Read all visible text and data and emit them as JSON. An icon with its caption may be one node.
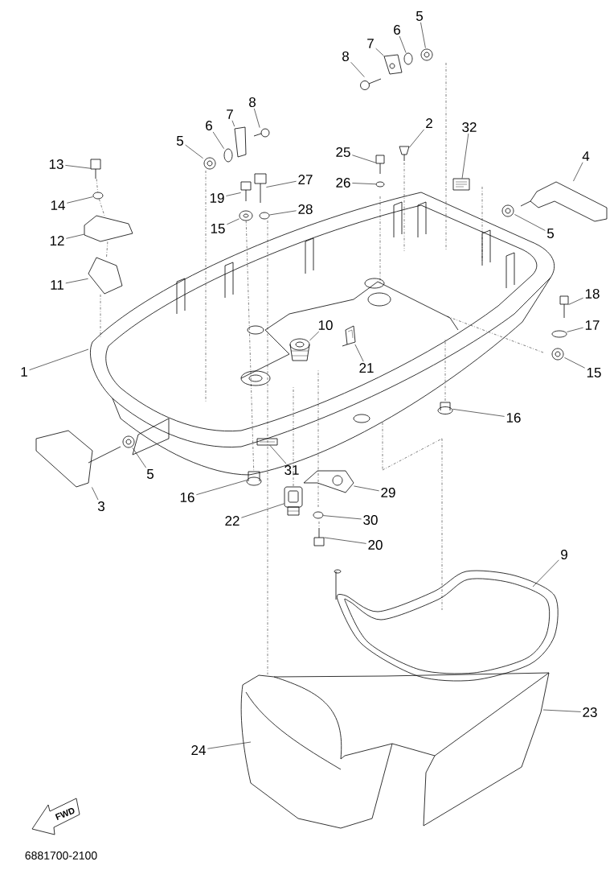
{
  "diagram": {
    "nodes": [
      {
        "text": [
          "5"
        ]
      },
      {
        "text": [
          "6"
        ]
      },
      {
        "text": [
          "7"
        ]
      },
      {
        "text": [
          "8"
        ]
      },
      {
        "text": [
          "2"
        ]
      },
      {
        "text": [
          "32"
        ]
      },
      {
        "text": [
          "4"
        ]
      },
      {
        "text": [
          "25"
        ]
      },
      {
        "text": [
          "26"
        ]
      },
      {
        "text": [
          "5"
        ]
      },
      {
        "text": [
          "6"
        ]
      },
      {
        "text": [
          "7"
        ]
      },
      {
        "text": [
          "8"
        ]
      },
      {
        "text": [
          "13"
        ]
      },
      {
        "text": [
          "14"
        ]
      },
      {
        "text": [
          "27"
        ]
      },
      {
        "text": [
          "19"
        ]
      },
      {
        "text": [
          "28"
        ]
      },
      {
        "text": [
          "15"
        ]
      },
      {
        "text": [
          "12"
        ]
      },
      {
        "text": [
          "5"
        ]
      },
      {
        "text": [
          "11"
        ]
      },
      {
        "text": [
          "18"
        ]
      },
      {
        "text": [
          "10"
        ]
      },
      {
        "text": [
          "17"
        ]
      },
      {
        "text": [
          "1"
        ]
      },
      {
        "text": [
          "21"
        ]
      },
      {
        "text": [
          "15"
        ]
      },
      {
        "text": [
          "16"
        ]
      },
      {
        "text": [
          "5"
        ]
      },
      {
        "text": [
          "31"
        ]
      },
      {
        "text": [
          "3"
        ]
      },
      {
        "text": [
          "16"
        ]
      },
      {
        "text": [
          "29"
        ]
      },
      {
        "text": [
          "22"
        ]
      },
      {
        "text": [
          "30"
        ]
      },
      {
        "text": [
          "20"
        ]
      },
      {
        "text": [
          "9"
        ]
      },
      {
        "text": [
          "23"
        ]
      },
      {
        "text": [
          "24"
        ]
      },
      {
        "text": [],
        "shape": "picture"
      },
      {
        "text": [],
        "shape": "picture"
      },
      {
        "text": [],
        "shape": "picture"
      },
      {
        "text": [],
        "shape": "picture"
      },
      {
        "text": [],
        "shape": "picture"
      },
      {
        "text": [],
        "shape": "picture"
      },
      {
        "text": [],
        "shape": "picture"
      },
      {
        "text": [],
        "shape": "picture"
      },
      {
        "text": [],
        "shape": "picture"
      },
      {
        "text": [],
        "shape": "picture"
      },
      {
        "text": [],
        "shape": "picture"
      },
      {
        "text": [],
        "shape": "picture"
      },
      {
        "text": [],
        "shape": "picture"
      },
      {
        "text": [],
        "shape": "picture"
      },
      {
        "text": [],
        "shape": "picture"
      },
      {
        "text": [],
        "shape": "picture"
      },
      {
        "text": [],
        "shape": "picture"
      },
      {
        "text": [],
        "shape": "picture"
      },
      {
        "text": [],
        "shape": "picture"
      },
      {
        "text": [],
        "shape": "picture"
      },
      {
        "text": [],
        "shape": "picture"
      },
      {
        "text": [],
        "shape": "picture"
      },
      {
        "text": [],
        "shape": "picture"
      },
      {
        "text": [],
        "shape": "picture"
      },
      {
        "text": [],
        "shape": "picture"
      },
      {
        "text": [],
        "shape": "picture"
      },
      {
        "text": [],
        "shape": "picture"
      },
      {
        "text": [],
        "shape": "picture"
      },
      {
        "text": [],
        "shape": "picture"
      },
      {
        "text": [],
        "shape": "picture"
      },
      {
        "text": [],
        "shape": "picture"
      },
      {
        "text": [],
        "shape": "picture"
      },
      {
        "text": [],
        "shape": "picture"
      },
      {
        "text": [],
        "shape": "picture"
      },
      {
        "text": [],
        "shape": "picture"
      },
      {
        "text": [],
        "shape": "picture"
      }
    ],
    "edges": [
      {
        "from": 0,
        "to": 40,
        "arrow": "none"
      },
      {
        "from": 1,
        "to": 41,
        "arrow": "none"
      },
      {
        "from": 2,
        "to": 42,
        "arrow": "none"
      },
      {
        "from": 3,
        "to": 43,
        "arrow": "none"
      },
      {
        "from": 4,
        "to": 44,
        "arrow": "none"
      },
      {
        "from": 5,
        "to": 45,
        "arrow": "none"
      },
      {
        "from": 6,
        "to": 46,
        "arrow": "none"
      },
      {
        "from": 7,
        "to": 47,
        "arrow": "none"
      },
      {
        "from": 8,
        "to": 48,
        "arrow": "none"
      },
      {
        "from": 9,
        "to": 49,
        "arrow": "none"
      },
      {
        "from": 10,
        "to": 50,
        "arrow": "none"
      },
      {
        "from": 11,
        "to": 51,
        "arrow": "none"
      },
      {
        "from": 12,
        "to": 52,
        "arrow": "none"
      },
      {
        "from": 13,
        "to": 53,
        "arrow": "none"
      },
      {
        "from": 14,
        "to": 54,
        "arrow": "none"
      },
      {
        "from": 15,
        "to": 55,
        "arrow": "none"
      },
      {
        "from": 16,
        "to": 56,
        "arrow": "none"
      },
      {
        "from": 17,
        "to": 57,
        "arrow": "none"
      },
      {
        "from": 18,
        "to": 58,
        "arrow": "none"
      },
      {
        "from": 19,
        "to": 59,
        "arrow": "none"
      },
      {
        "from": 20,
        "to": 60,
        "arrow": "none"
      },
      {
        "from": 21,
        "to": 61,
        "arrow": "none"
      },
      {
        "from": 22,
        "to": 62,
        "arrow": "none"
      },
      {
        "from": 23,
        "to": 63,
        "arrow": "none"
      },
      {
        "from": 24,
        "to": 64,
        "arrow": "none"
      },
      {
        "from": 25,
        "to": null,
        "arrow": "none"
      },
      {
        "from": 26,
        "to": 65,
        "arrow": "none"
      },
      {
        "from": 27,
        "to": 66,
        "arrow": "none"
      },
      {
        "from": 28,
        "to": 67,
        "arrow": "none"
      },
      {
        "from": 29,
        "to": 68,
        "arrow": "none"
      },
      {
        "from": 30,
        "to": 69,
        "arrow": "none"
      },
      {
        "from": 31,
        "to": 70,
        "arrow": "none"
      },
      {
        "from": 32,
        "to": 71,
        "arrow": "none"
      },
      {
        "from": 33,
        "to": 72,
        "arrow": "none"
      },
      {
        "from": 34,
        "to": 73,
        "arrow": "none"
      },
      {
        "from": 35,
        "to": 74,
        "arrow": "none"
      },
      {
        "from": 36,
        "to": 75,
        "arrow": "none"
      },
      {
        "from": 37,
        "to": null,
        "arrow": "none"
      },
      {
        "from": 38,
        "to": null,
        "arrow": "none"
      },
      {
        "from": 39,
        "to": null,
        "arrow": "none"
      },
      {
        "from": 53,
        "to": 54,
        "arrow": "none",
        "style": "dashed"
      },
      {
        "from": 54,
        "to": 59,
        "arrow": "none",
        "style": "dashed"
      },
      {
        "from": 59,
        "to": 61,
        "arrow": "none",
        "style": "dashed"
      },
      {
        "from": 58,
        "to": 71,
        "arrow": "none",
        "style": "dashed"
      }
    ],
    "labels": [
      "FWD",
      "6881700-2100"
    ]
  }
}
